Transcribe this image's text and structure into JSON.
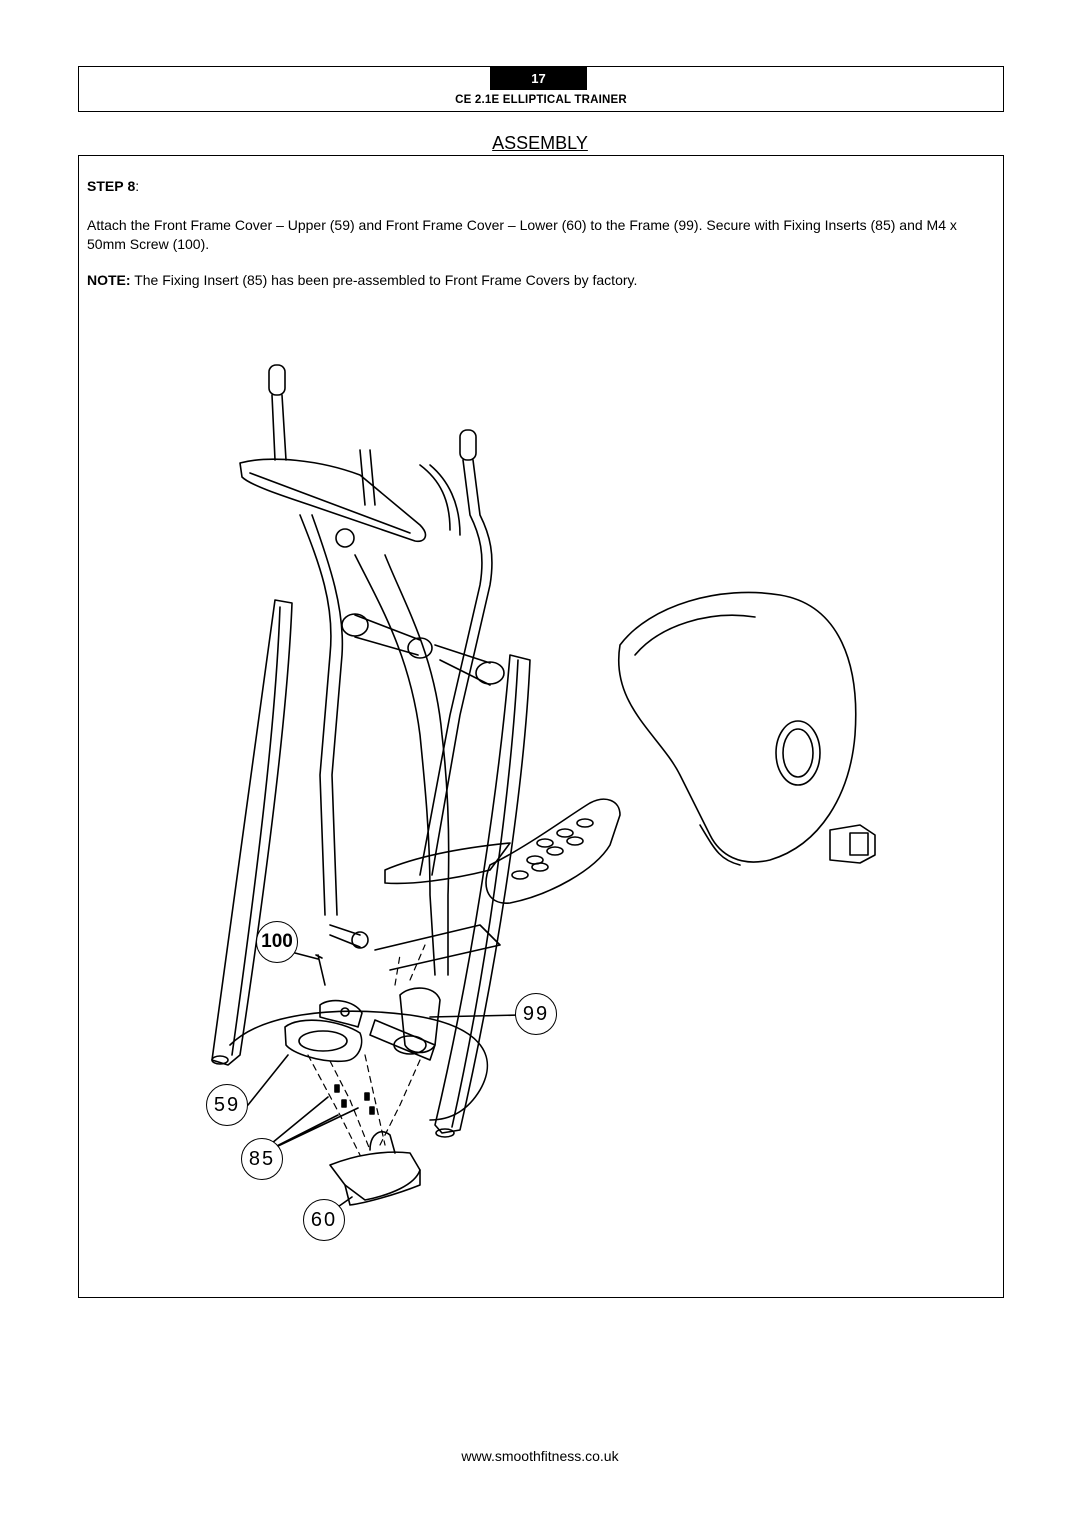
{
  "header": {
    "page_number": "17",
    "title": "CE  2.1E ELLIPTICAL TRAINER"
  },
  "section_title": "ASSEMBLY",
  "step": {
    "label": "STEP",
    "number": "8",
    "suffix": ":",
    "instructions": "Attach the Front Frame Cover – Upper (59) and Front Frame Cover – Lower (60) to the Frame (99).  Secure with Fixing Inserts (85) and M4 x 50mm Screw (100).",
    "note_label": "NOTE:",
    "note_text": " The Fixing Insert (85) has been pre-assembled to Front Frame Covers by factory."
  },
  "callouts": {
    "screw": "100",
    "frame": "99",
    "upper_cover": "59",
    "fixing_insert": "85",
    "lower_cover": "60"
  },
  "footer": {
    "url": "www.smoothfitness.co.uk"
  }
}
